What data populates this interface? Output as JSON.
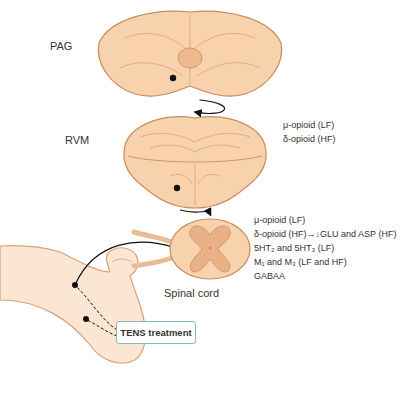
{
  "diagram": {
    "nodes": [
      {
        "text": [
          "PAG"
        ]
      },
      {
        "text": [
          "RVM"
        ]
      },
      {
        "text": [
          "Spinal cord"
        ]
      },
      {
        "text": [
          "TENS treatment"
        ]
      }
    ],
    "edges": [
      {
        "from": 0,
        "to": 1,
        "arrow": "to"
      },
      {
        "from": 1,
        "to": 2,
        "arrow": "to"
      }
    ],
    "labels": [
      "μ-opioid (LF)",
      "δ-opioid (HF)",
      "μ-opioid (LF)",
      "δ-opioid (HF)→↓GLU and ASP (HF)",
      "5HT₂ and 5HT₃ (LF)",
      "M₁ and M₃ (LF and HF)",
      "GABAA"
    ]
  }
}
